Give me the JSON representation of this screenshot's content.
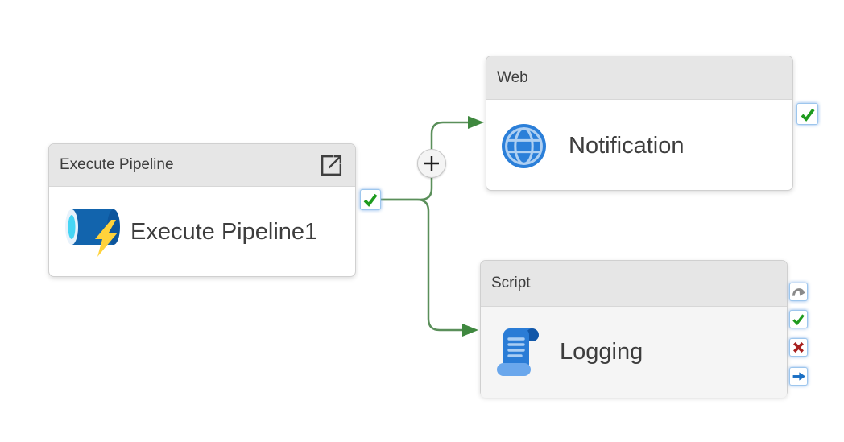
{
  "canvas": {
    "background": "#ffffff"
  },
  "nodes": {
    "execute_pipeline": {
      "type_label": "Execute Pipeline",
      "name": "Execute Pipeline1",
      "icon": "execute-pipeline-icon",
      "header_icon": "open-pipeline-icon",
      "output_ports": [
        "success"
      ]
    },
    "web": {
      "type_label": "Web",
      "name": "Notification",
      "icon": "globe-icon",
      "output_ports": [
        "success"
      ]
    },
    "script": {
      "type_label": "Script",
      "name": "Logging",
      "icon": "script-scroll-icon",
      "output_ports": [
        "skip",
        "success",
        "failure",
        "completion"
      ]
    }
  },
  "connections": [
    {
      "from": "Execute Pipeline1",
      "via": "success",
      "to": "Notification"
    },
    {
      "from": "Execute Pipeline1",
      "via": "success",
      "to": "Logging"
    }
  ],
  "add_button": {
    "icon": "plus-icon"
  },
  "colors": {
    "connector": "#5a8f5a",
    "arrowhead": "#3f883f",
    "success": "#1e9b1e",
    "failure": "#a8201f",
    "completion": "#1a6fc4",
    "skip": "#8a8a8a",
    "header_bg": "#e6e6e6",
    "port_border": "#9dc6ed",
    "activity_blue": "#2b7fd9"
  }
}
